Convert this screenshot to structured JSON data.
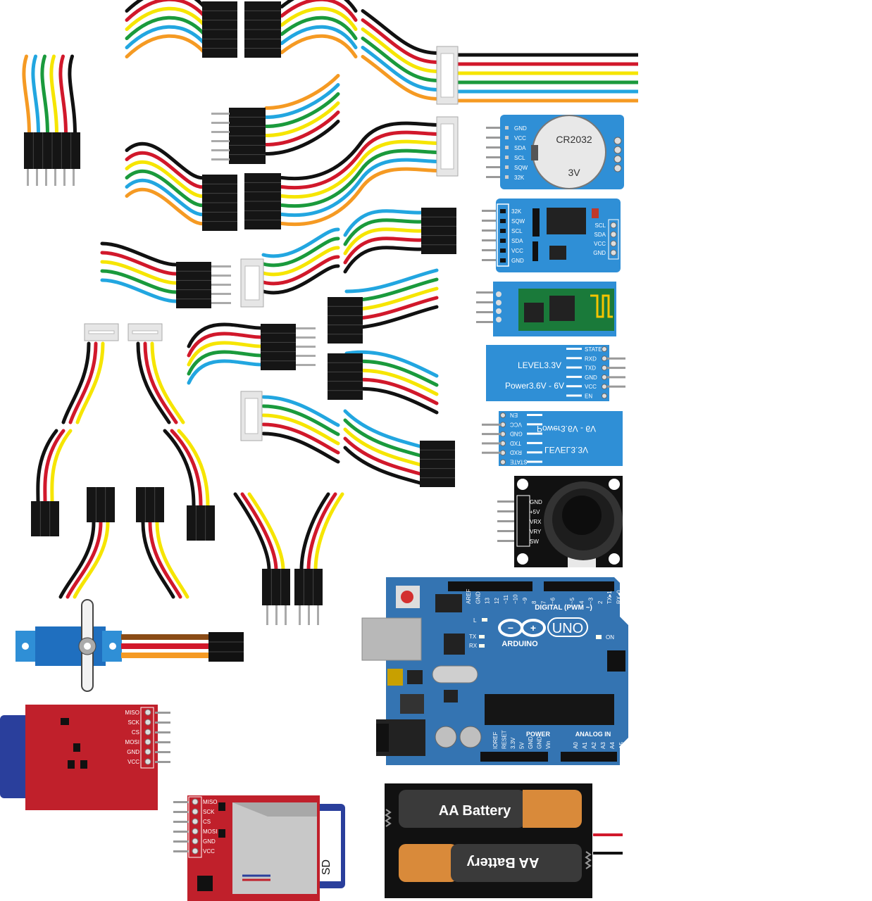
{
  "colors": {
    "black": "#111111",
    "red": "#d1182b",
    "yellow": "#f6e500",
    "green": "#1a9a3c",
    "blue": "#22a6e0",
    "orange": "#f59a23",
    "brown": "#8a4b16",
    "board_blue": "#2f8fd6",
    "arduino_blue": "#3474b2",
    "sd_red": "#c0202b",
    "header_black": "#151515",
    "connector_white": "#e6e6e6"
  },
  "rtc_module_1": {
    "pins": [
      "GND",
      "VCC",
      "SDA",
      "SCL",
      "SQW",
      "32K"
    ],
    "battery_label": "CR2032",
    "battery_voltage": "3V"
  },
  "rtc_module_2": {
    "left_pins": [
      "32K",
      "SQW",
      "SCL",
      "SDA",
      "VCC",
      "GND"
    ],
    "right_pins": [
      "SCL",
      "SDA",
      "VCC",
      "GND"
    ]
  },
  "bt_module_back": {
    "pins": [
      "STATE",
      "RXD",
      "TXD",
      "GND",
      "VCC",
      "EN"
    ],
    "level": "LEVEL3.3V",
    "power": "Power3.6V - 6V"
  },
  "bt_module_mirror": {
    "pins": [
      "EN",
      "VCC",
      "GND",
      "TXD",
      "RXD",
      "STATE"
    ],
    "level": "LEVEL3.3V",
    "power": "Power3.6V - 6V"
  },
  "joystick": {
    "pins": [
      "GND",
      "+5V",
      "VRX",
      "VRY",
      "SW"
    ]
  },
  "arduino": {
    "logo_text": "ARDUINO",
    "model": "UNO",
    "digital_label": "DIGITAL (PWM ~)",
    "top_pins": [
      "AREF",
      "GND",
      "13",
      "12",
      "~11",
      "~10",
      "~9",
      "8",
      "7",
      "~6",
      "~5",
      "4",
      "~3",
      "2",
      "TX▸1",
      "RX◂0"
    ],
    "led_labels": [
      "L",
      "TX",
      "RX",
      "ON"
    ],
    "power_label": "POWER",
    "analog_label": "ANALOG IN",
    "power_pins": [
      "IOREF",
      "RESET",
      "3.3V",
      "5V",
      "GND",
      "GND",
      "Vin"
    ],
    "analog_pins": [
      "A0",
      "A1",
      "A2",
      "A3",
      "A4",
      "A5"
    ]
  },
  "sd_module_1": {
    "pins": [
      "MISO",
      "SCK",
      "CS",
      "MOSI",
      "GND",
      "VCC"
    ]
  },
  "sd_module_2": {
    "pins": [
      "MISO",
      "SCK",
      "CS",
      "MOSI",
      "GND",
      "VCC"
    ],
    "card_label": "SD"
  },
  "battery_holder": {
    "battery_1": "AA Battery",
    "battery_2": "AA Battery"
  }
}
